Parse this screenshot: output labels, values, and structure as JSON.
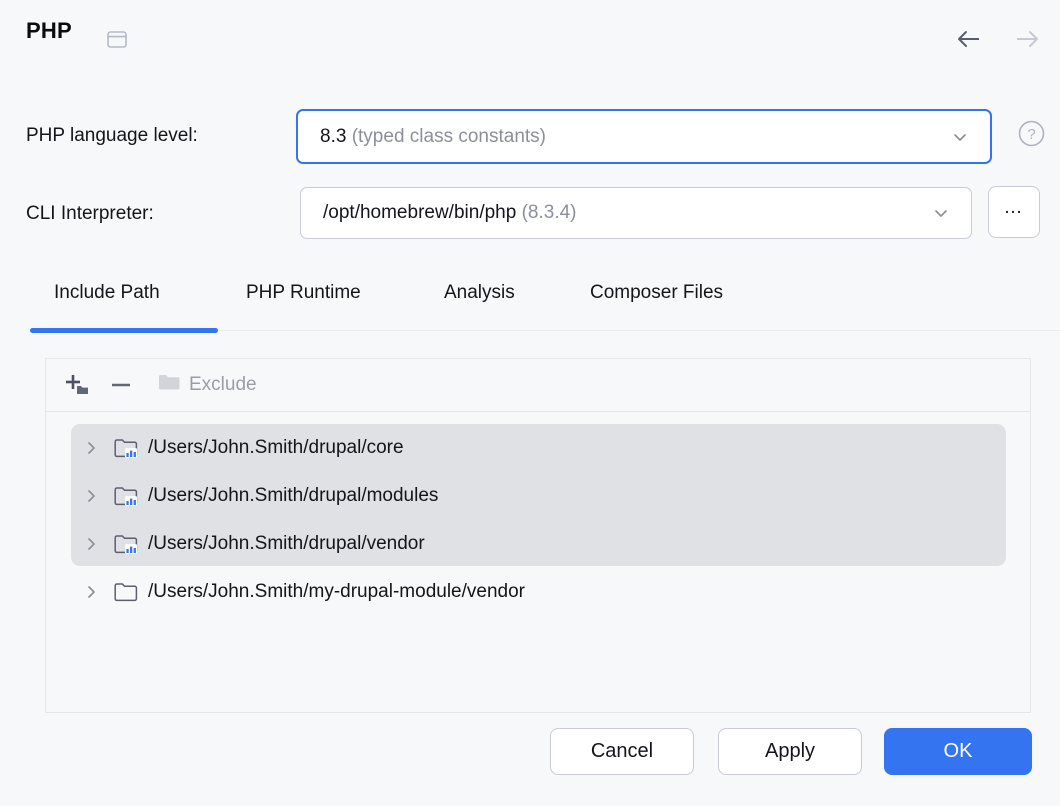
{
  "header": {
    "title": "PHP",
    "window_icon": "window-icon",
    "back_icon": "arrow-left-icon",
    "forward_icon": "arrow-right-icon",
    "back_enabled": true,
    "forward_enabled": false
  },
  "form": {
    "language_level": {
      "label": "PHP language level:",
      "value": "8.3",
      "value_note": "(typed class constants)",
      "focused": true,
      "chevron_icon": "chevron-down-icon",
      "help_icon": "help-circle-icon"
    },
    "cli_interpreter": {
      "label": "CLI Interpreter:",
      "value": "/opt/homebrew/bin/php",
      "value_note": "(8.3.4)",
      "chevron_icon": "chevron-down-icon",
      "browse_label": "…"
    }
  },
  "tabs": {
    "items": [
      {
        "label": "Include Path",
        "selected": true
      },
      {
        "label": "PHP Runtime",
        "selected": false
      },
      {
        "label": "Analysis",
        "selected": false
      },
      {
        "label": "Composer Files",
        "selected": false
      }
    ]
  },
  "panel": {
    "toolbar": {
      "add_icon": "add-folder-icon",
      "remove_icon": "minus-icon",
      "exclude_label": "Exclude",
      "exclude_icon": "folder-icon",
      "exclude_enabled": false
    },
    "rows": [
      {
        "label": "/Users/John.Smith/drupal/core",
        "icon": "folder-library-icon",
        "selected": true,
        "expand_icon": "chevron-right-icon"
      },
      {
        "label": "/Users/John.Smith/drupal/modules",
        "icon": "folder-library-icon",
        "selected": true,
        "expand_icon": "chevron-right-icon"
      },
      {
        "label": "/Users/John.Smith/drupal/vendor",
        "icon": "folder-library-icon",
        "selected": true,
        "expand_icon": "chevron-right-icon"
      },
      {
        "label": "/Users/John.Smith/my-drupal-module/vendor",
        "icon": "folder-icon",
        "selected": false,
        "expand_icon": "chevron-right-icon"
      }
    ]
  },
  "footer": {
    "cancel_label": "Cancel",
    "apply_label": "Apply",
    "ok_label": "OK"
  },
  "colors": {
    "accent": "#3574f0",
    "background": "#f7f8fa",
    "selection": "#dfe1e5",
    "text": "#14151a",
    "muted": "#8c8f9a",
    "border": "#c9ccd6"
  }
}
